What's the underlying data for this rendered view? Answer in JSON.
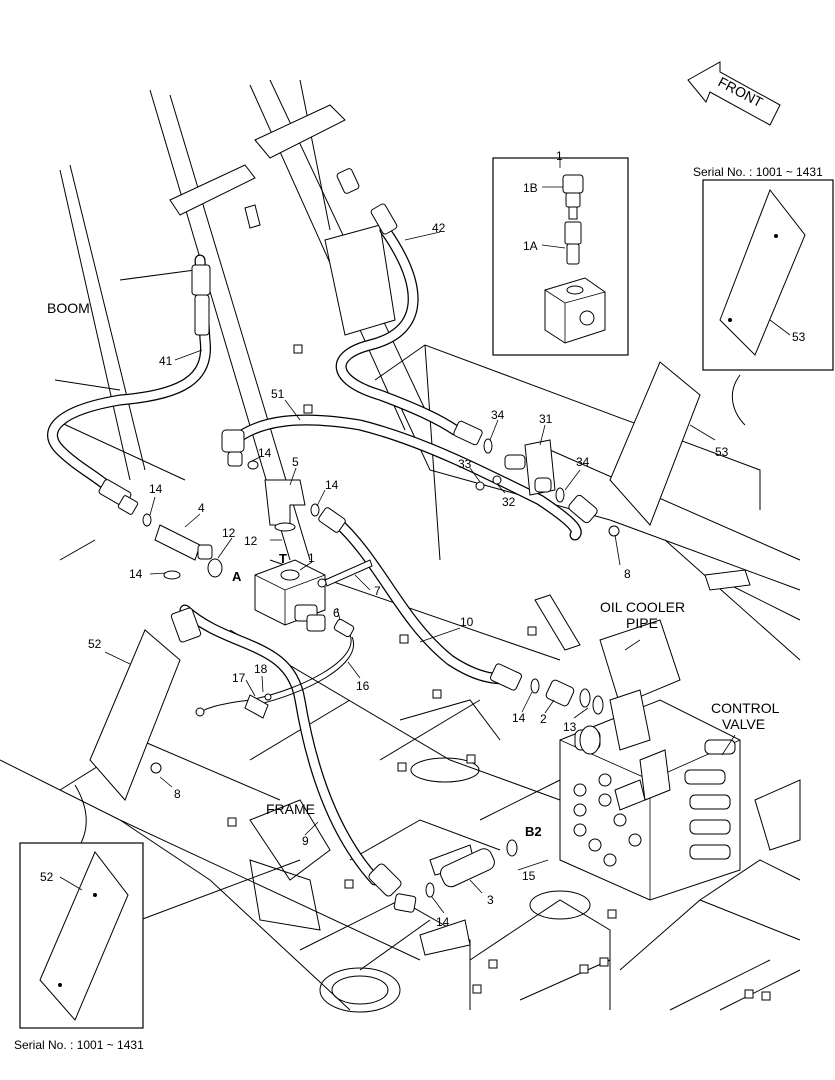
{
  "direction_arrow": {
    "label": "FRONT"
  },
  "serial_top": "Serial No. : 1001 ~ 1431",
  "serial_bottom": "Serial No. : 1001 ~ 1431",
  "text_labels": {
    "boom": "BOOM",
    "frame": "FRAME",
    "oil_cooler_line1": "OIL COOLER",
    "oil_cooler_line2": "PIPE",
    "control_valve_line1": "CONTROL",
    "control_valve_line2": "VALVE",
    "port_t": "T",
    "port_a": "A",
    "port_b2": "B2"
  },
  "callouts": {
    "p1_top": "1",
    "p1b": "1B",
    "p1a": "1A",
    "p53_inset": "53",
    "p42": "42",
    "p41": "41",
    "p51": "51",
    "p34a": "34",
    "p31": "31",
    "p33": "33",
    "p32": "32",
    "p34b": "34",
    "p53": "53",
    "p14a": "14",
    "p5": "5",
    "p14b": "14",
    "p14c": "14",
    "p4": "4",
    "p12a": "12",
    "p12b": "12",
    "p1": "1",
    "p14d": "14",
    "p7": "7",
    "p8a": "8",
    "p6": "6",
    "p10": "10",
    "p52": "52",
    "p18": "18",
    "p17": "17",
    "p16": "16",
    "p14e": "14",
    "p2": "2",
    "p13": "13",
    "p8b": "8",
    "p9": "9",
    "p15": "15",
    "p3": "3",
    "p14f": "14",
    "p52_inset": "52"
  }
}
